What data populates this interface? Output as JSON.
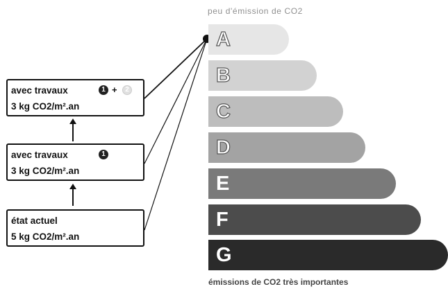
{
  "captions": {
    "top": "peu d'émission de CO2",
    "bottom": "émissions de CO2 très importantes"
  },
  "scale": [
    {
      "letter": "A",
      "color": "#e6e6e6"
    },
    {
      "letter": "B",
      "color": "#d2d2d2"
    },
    {
      "letter": "C",
      "color": "#bdbdbd"
    },
    {
      "letter": "D",
      "color": "#a3a3a3"
    },
    {
      "letter": "E",
      "color": "#7a7a7a"
    },
    {
      "letter": "F",
      "color": "#4c4c4c"
    },
    {
      "letter": "G",
      "color": "#2a2a2a"
    }
  ],
  "states": {
    "travaux_combo": {
      "title": "avec travaux",
      "badge1": "1",
      "plus": "+",
      "badge2": "2",
      "value": "3 kg CO2/m².an"
    },
    "travaux_1": {
      "title": "avec travaux",
      "badge1": "1",
      "value": "3 kg CO2/m².an"
    },
    "actuel": {
      "title": "état actuel",
      "value": "5 kg CO2/m².an"
    }
  },
  "selected_class": "A"
}
